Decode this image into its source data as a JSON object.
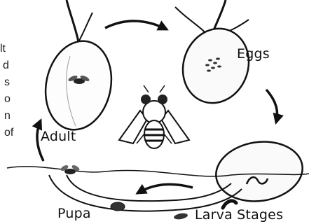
{
  "diagram": {
    "stages": {
      "eggs": "Eggs",
      "adult": "Adult",
      "pupa": "Pupa",
      "larva": "Larva Stages"
    },
    "left_text_fragments": [
      "lt",
      "d",
      "s",
      "o",
      "n",
      "of"
    ],
    "colors": {
      "ink": "#111111",
      "paper": "#ffffff",
      "fill_gray": "#f2f2f2"
    }
  }
}
